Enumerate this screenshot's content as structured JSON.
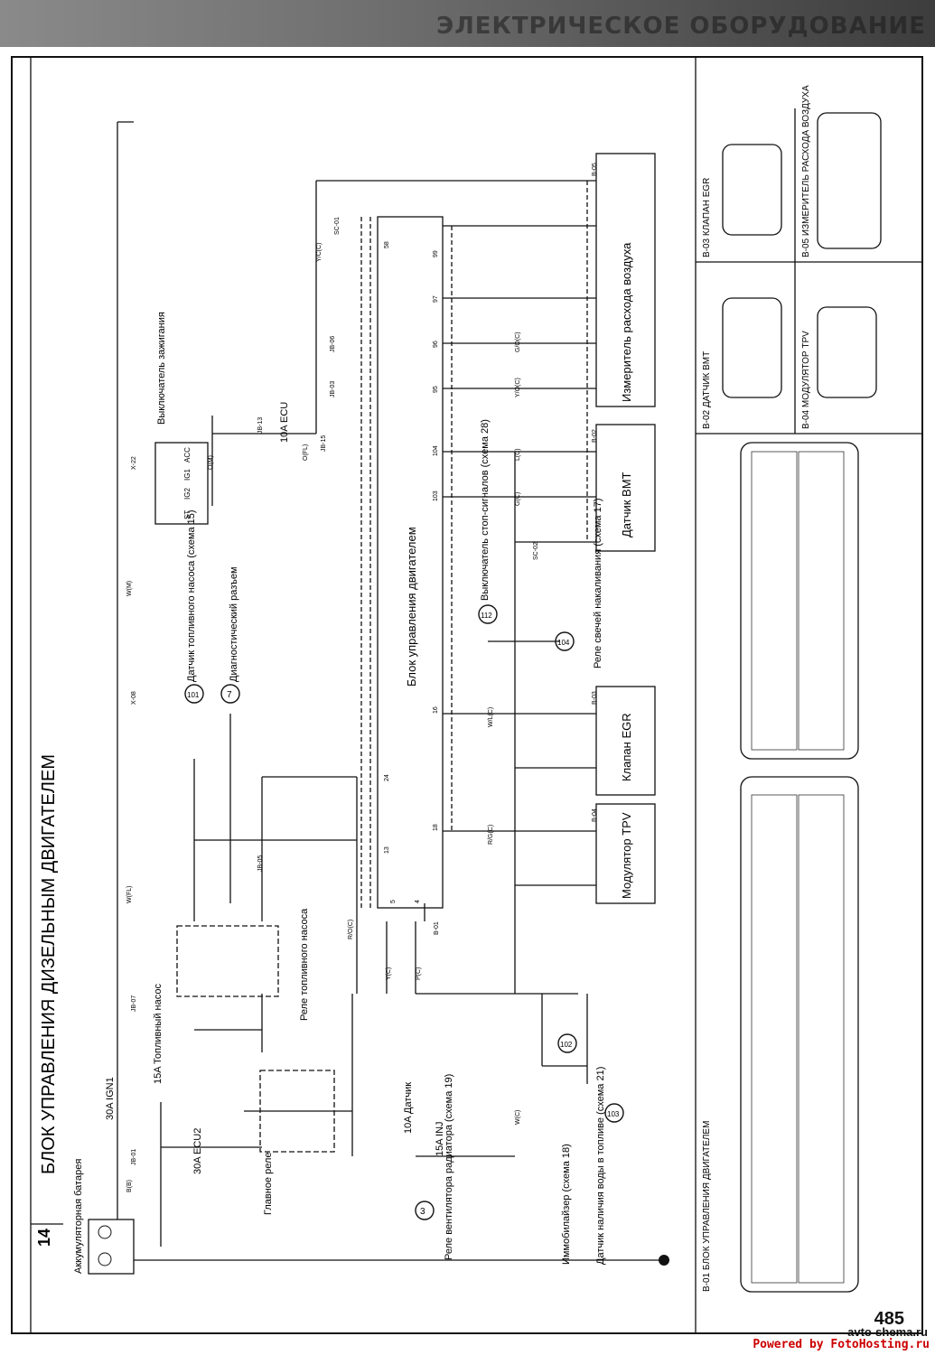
{
  "header": {
    "section": "ЭЛЕКТРИЧЕСКОЕ ОБОРУДОВАНИЕ"
  },
  "page": {
    "number": "14",
    "title": "БЛОК УПРАВЛЕНИЯ ДИЗЕЛЬНЫМ ДВИГАТЕЛЕМ",
    "page_number": "485"
  },
  "footer": {
    "watermark": "Powered by FotoHosting.ru",
    "site": "avto-shema.ru"
  },
  "components": {
    "battery": "Аккумуляторная батарея",
    "fuse_ecu2": "30A ECU2",
    "fuse_ign1": "30A IGN1",
    "fuse_fuel_pump": "15A Топливный насос",
    "fuse_sensor": "10A Датчик",
    "fuse_inj": "15A INJ",
    "fuse_ecu": "10A ECU",
    "main_relay": "Главное реле",
    "fuel_pump_relay": "Реле топливного насоса",
    "ignition_switch": "Выключатель зажигания",
    "ecu": "Блок управления двигателем",
    "egr_valve": "Клапан EGR",
    "tpv_modulator": "Модулятор TPV",
    "vmt_sensor": "Датчик ВМТ",
    "maf_sensor": "Измеритель расхода воздуха",
    "fan_relay": "Реле вентилятора радиатора (схема 19)",
    "immobilizer": "Иммобилайзер (схема 18)",
    "water_sensor": "Датчик наличия воды в топливе (схема 21)",
    "fuel_pump_sensor": "Датчик топливного насоса (схема 15)",
    "diag_connector": "Диагностический разъем",
    "stop_switch": "Выключатель стоп-сигналов (схема 28)",
    "glow_relay": "Реле свечей накаливания (схема 17)"
  },
  "refs": {
    "fan": "3",
    "immob": "102",
    "water": "103",
    "pump_sensor": "101",
    "diag": "7",
    "stop": "112",
    "glow": "104"
  },
  "ignition_table": [
    "ST",
    "IG2",
    "IG1",
    "ACC"
  ],
  "wires": [
    "B(B)",
    "W(FL)",
    "W(M)",
    "R/O(C)",
    "Y(C)",
    "P(C)",
    "W(C)",
    "R/G(C)",
    "W/L(C)",
    "G(C)",
    "L(C)",
    "Y/O(C)",
    "G/O(C)",
    "O(FL)",
    "O(M)",
    "Y/C(C)"
  ],
  "connectors": [
    "JB-01",
    "JB-07",
    "JB-05",
    "JB-13",
    "JB-15",
    "JB-03",
    "JB-06",
    "X-08",
    "X-22",
    "SC-01",
    "SC-02",
    "B-01",
    "B-02",
    "B-03",
    "B-04",
    "B-05"
  ],
  "panels": {
    "b01": "В-01 БЛОК УПРАВЛЕНИЯ ДВИГАТЕЛЕМ",
    "b02": "В-02 ДАТЧИК ВМТ",
    "b03": "В-03 КЛАПАН EGR",
    "b04": "В-04 МОДУЛЯТОР TPV",
    "b05": "В-05 ИЗМЕРИТЕЛЬ РАСХОДА ВОЗДУХА"
  },
  "ecu_pins": [
    "5",
    "4",
    "13",
    "18",
    "16",
    "24",
    "58",
    "103",
    "104",
    "95",
    "96",
    "97",
    "99"
  ]
}
